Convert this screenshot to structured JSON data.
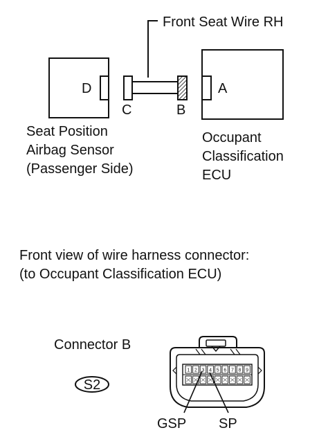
{
  "wire": {
    "label": "Front Seat Wire RH"
  },
  "components": {
    "sensor": {
      "connector": "D",
      "name_lines": [
        "Seat Position",
        "Airbag Sensor",
        "(Passenger Side)"
      ]
    },
    "ecu": {
      "connector": "A",
      "name_lines": [
        "Occupant",
        "Classification",
        "ECU"
      ]
    },
    "wire_connectors": {
      "left": "C",
      "right": "B"
    }
  },
  "caption": {
    "lines": [
      "Front view of wire harness connector:",
      "(to Occupant Classification ECU)"
    ]
  },
  "connector_detail": {
    "title": "Connector B",
    "code": "S2",
    "pins_top": [
      "1",
      "2",
      "3",
      "4",
      "5",
      "6",
      "7",
      "8",
      "9"
    ],
    "callouts": {
      "gsp": "GSP",
      "sp": "SP"
    }
  },
  "colors": {
    "line": "#111111",
    "background": "#ffffff"
  }
}
